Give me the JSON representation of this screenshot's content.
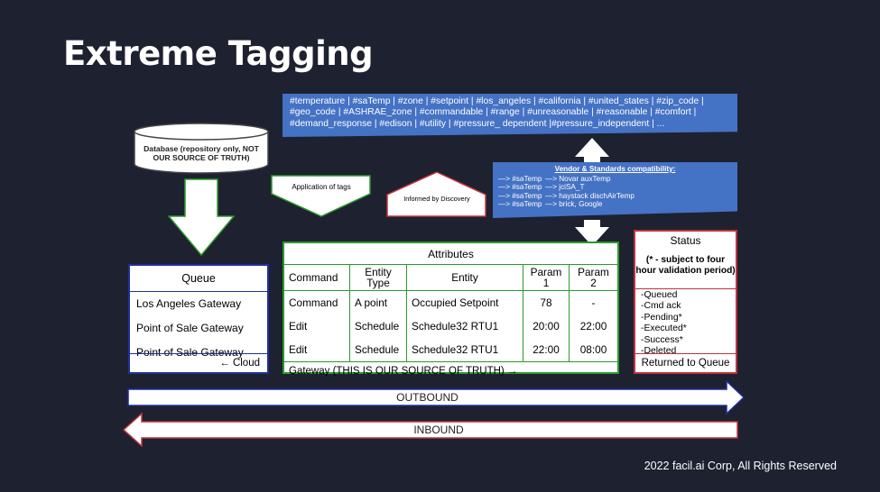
{
  "title": "Extreme Tagging",
  "tags_text": "#temperature | #saTemp | #zone | #setpoint | #los_angeles | #california | #united_states | #zip_code | #geo_code | #ASHRAE_zone | #commandable | #range | #unreasonable | #reasonable | #comfort | #demand_response | #edison | #utility | #pressure_ dependent |#pressure_independent | ...",
  "vendor": {
    "heading": "Vendor & Standards compatibility:",
    "rows": [
      {
        "left": "—> #saTemp",
        "right": "—> Novar auxTemp"
      },
      {
        "left": "—> #saTemp",
        "right": "—> jciSA_T"
      },
      {
        "left": "—> #saTemp",
        "right": "—> haystack dischAirTemp"
      },
      {
        "left": "—> #saTemp",
        "right": "—> brick, Google"
      }
    ]
  },
  "database_label": "Database (repository only, NOT OUR SOURCE OF TRUTH)",
  "application_label": "Application of tags",
  "discovery_label": "Informed by Discovery",
  "queue": {
    "header": "Queue",
    "rows": [
      "Los Angeles Gateway",
      "Point of Sale Gateway",
      "Point of Sale Gateway"
    ],
    "footer": "← Cloud"
  },
  "attributes": {
    "header": "Attributes",
    "columns": [
      "Command",
      "Entity Type",
      "Entity",
      "Param 1",
      "Param 2"
    ],
    "rows": [
      [
        "Command",
        "A point",
        "Occupied Setpoint",
        "78",
        "-"
      ],
      [
        "Edit",
        "Schedule",
        "Schedule32 RTU1",
        "20:00",
        "22:00"
      ],
      [
        "Edit",
        "Schedule",
        "Schedule32 RTU1",
        "22:00",
        "08:00"
      ]
    ],
    "footer": "Gateway (THIS IS OUR SOURCE OF TRUTH) →"
  },
  "status": {
    "header": "Status",
    "note": "(* - subject to four hour validation period)",
    "items": [
      "-Queued",
      "-Cmd ack",
      "-Pending*",
      "-Executed*",
      "-Success*",
      "-Deleted"
    ],
    "footer": "Returned to Queue"
  },
  "outbound_label": "OUTBOUND",
  "inbound_label": "INBOUND",
  "copyright": "2022 facil.ai Corp, All Rights Reserved",
  "colors": {
    "background": "#1e2130",
    "tag_blue": "#4472c4",
    "queue_border": "#1f2f9c",
    "attributes_border": "#2a9a2a",
    "status_border": "#c0323c"
  }
}
